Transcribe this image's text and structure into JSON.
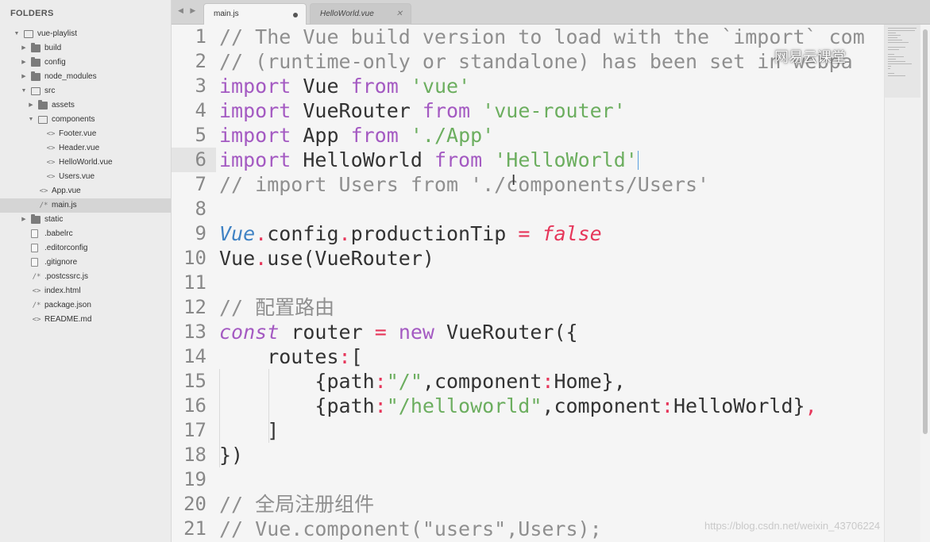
{
  "sidebar": {
    "header": "FOLDERS",
    "items": [
      {
        "label": "vue-playlist",
        "icon": "folder-open-icon",
        "arrow": "▼"
      },
      {
        "label": "build",
        "icon": "folder-icon",
        "arrow": "▶"
      },
      {
        "label": "config",
        "icon": "folder-icon",
        "arrow": "▶"
      },
      {
        "label": "node_modules",
        "icon": "folder-icon",
        "arrow": "▶"
      },
      {
        "label": "src",
        "icon": "folder-open-icon",
        "arrow": "▼"
      },
      {
        "label": "assets",
        "icon": "folder-icon",
        "arrow": "▶"
      },
      {
        "label": "components",
        "icon": "folder-open-icon",
        "arrow": "▼"
      },
      {
        "label": "Footer.vue",
        "icon": "<>"
      },
      {
        "label": "Header.vue",
        "icon": "<>"
      },
      {
        "label": "HelloWorld.vue",
        "icon": "<>"
      },
      {
        "label": "Users.vue",
        "icon": "<>"
      },
      {
        "label": "App.vue",
        "icon": "<>"
      },
      {
        "label": "main.js",
        "icon": "/*"
      },
      {
        "label": "static",
        "icon": "folder-icon",
        "arrow": "▶"
      },
      {
        "label": ".babelrc",
        "icon": "file-icon"
      },
      {
        "label": ".editorconfig",
        "icon": "file-icon"
      },
      {
        "label": ".gitignore",
        "icon": "file-icon"
      },
      {
        "label": ".postcssrc.js",
        "icon": "/*"
      },
      {
        "label": "index.html",
        "icon": "<>"
      },
      {
        "label": "package.json",
        "icon": "/*"
      },
      {
        "label": "README.md",
        "icon": "<>"
      }
    ]
  },
  "tabs": {
    "nav": "◀ ▶",
    "active": {
      "label": "main.js",
      "modified_icon": "dot-icon"
    },
    "inactive": {
      "label": "HelloWorld.vue",
      "close": "✕"
    }
  },
  "editor": {
    "numbers": [
      "1",
      "2",
      "3",
      "4",
      "5",
      "6",
      "7",
      "8",
      "9",
      "10",
      "11",
      "12",
      "13",
      "14",
      "15",
      "16",
      "17",
      "18",
      "19",
      "20",
      "21"
    ],
    "current_line": "6",
    "l1": "// The Vue build version to load with the `import` com",
    "l2": "// (runtime-only or standalone) has been set in webpa",
    "l3": {
      "kw": "import",
      "a": " Vue ",
      "from": "from",
      "b": " ",
      "str": "'vue'"
    },
    "l4": {
      "kw": "import",
      "a": " VueRouter ",
      "from": "from",
      "b": " ",
      "str": "'vue-router'"
    },
    "l5": {
      "kw": "import",
      "a": " App ",
      "from": "from",
      "b": " ",
      "str": "'./App'"
    },
    "l6": {
      "kw": "import",
      "a": " HelloWorld ",
      "from": "from",
      "b": " ",
      "str": "'HelloWorld'"
    },
    "l7": "// import Users from './components/Users'",
    "l9": {
      "obj": "Vue",
      "dot": ".",
      "a": "config",
      "dot2": ".",
      "b": "productionTip ",
      "eq": "=",
      "c": " ",
      "val": "false"
    },
    "l10": {
      "a": "Vue",
      "dot": ".",
      "b": "use(VueRouter)"
    },
    "l12": "// 配置路由",
    "l13": {
      "kw": "const",
      "a": " router ",
      "eq": "=",
      "b": " ",
      "new": "new",
      "c": " VueRouter({"
    },
    "l14": {
      "a": "    routes",
      "colon": ":",
      "b": "["
    },
    "l15": {
      "a": "        {path",
      "colon": ":",
      "str": "\"/\"",
      "b": ",component",
      "colon2": ":",
      "c": "Home},"
    },
    "l16": {
      "a": "        {path",
      "colon": ":",
      "str": "\"/helloworld\"",
      "b": ",component",
      "colon2": ":",
      "c": "HelloWorld}",
      "comma": ","
    },
    "l17": "    ]",
    "l18": "})",
    "l20": "// 全局注册组件",
    "l21": "// Vue.component(\"users\",Users);"
  },
  "overlay": {
    "logo": "网易云课堂",
    "url": "https://blog.csdn.net/weixin_43706224"
  }
}
